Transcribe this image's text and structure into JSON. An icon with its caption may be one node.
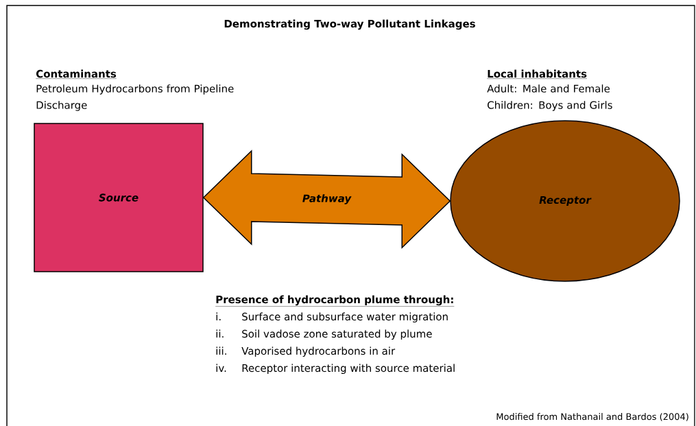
{
  "diagram": {
    "title": "Demonstrating Two-way Pollutant Linkages",
    "nodes": [
      {
        "text": [
          "Source"
        ],
        "beside": [
          "Contaminants",
          "Petroleum Hydrocarbons from Pipeline Discharge"
        ]
      },
      {
        "text": [
          "Receptor"
        ],
        "beside": [
          "Local inhabitants",
          "Adult: Male and Female",
          "Children: Boys and Girls"
        ]
      }
    ],
    "edges": [
      {
        "from": 0,
        "to": 1,
        "arrow": "both",
        "label": "Pathway",
        "style": "thick"
      }
    ],
    "labels": [
      "Presence of hydrocarbon plume through:",
      "i.",
      "Surface and subsurface water migration",
      "ii.",
      "Soil vadose zone saturated by plume",
      "iii.",
      "Vaporised hydrocarbons in air",
      "iv.",
      "Receptor interacting with source material",
      "Modified from Nathanail and Bardos (2004)"
    ]
  }
}
